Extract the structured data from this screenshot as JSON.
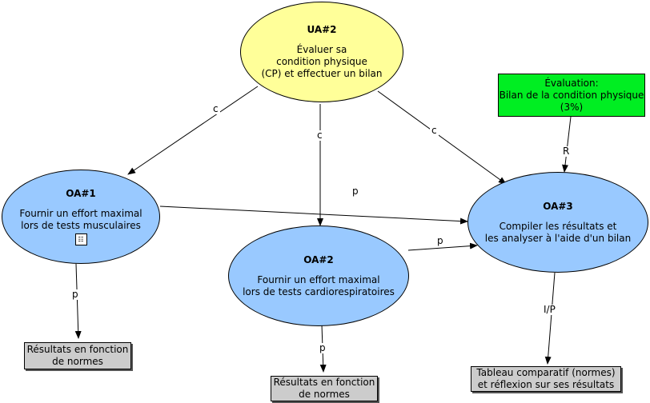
{
  "nodes": {
    "ua2": {
      "title": "UA#2",
      "lines": [
        "Évaluer sa",
        "condition physique",
        "(CP) et effectuer un bilan"
      ]
    },
    "oa1": {
      "title": "OA#1",
      "lines": [
        "Fournir un effort maximal",
        "lors de tests musculaires"
      ]
    },
    "oa2": {
      "title": "OA#2",
      "lines": [
        "Fournir un effort maximal",
        "lors de tests cardiorespiratoires"
      ]
    },
    "oa3": {
      "title": "OA#3",
      "lines": [
        "Compiler les résultats et",
        "les analyser à l'aide d'un bilan"
      ]
    },
    "eval": {
      "lines": [
        "Évaluation:",
        "Bilan de la condition physique",
        "(3%)"
      ]
    },
    "res1": {
      "lines": [
        "Résultats en fonction",
        "de normes"
      ]
    },
    "res2": {
      "lines": [
        "Résultats en fonction",
        "de normes"
      ]
    },
    "tab": {
      "lines": [
        "Tableau comparatif (normes)",
        "et réflexion sur ses résultats"
      ]
    }
  },
  "links": {
    "ua2_oa1": "c",
    "ua2_oa2": "c",
    "ua2_oa3": "c",
    "eval_oa3": "R",
    "oa1_oa3": "p",
    "oa2_oa3": "p",
    "oa1_res1": "p",
    "oa2_res2": "p",
    "oa3_tab": "I/P"
  },
  "icons": {
    "oa1_attachment": "sitemap-icon"
  },
  "colors": {
    "ua": "#ffff99",
    "oa": "#99c9ff",
    "evaluation": "#00ee22",
    "result": "#cccccc"
  }
}
